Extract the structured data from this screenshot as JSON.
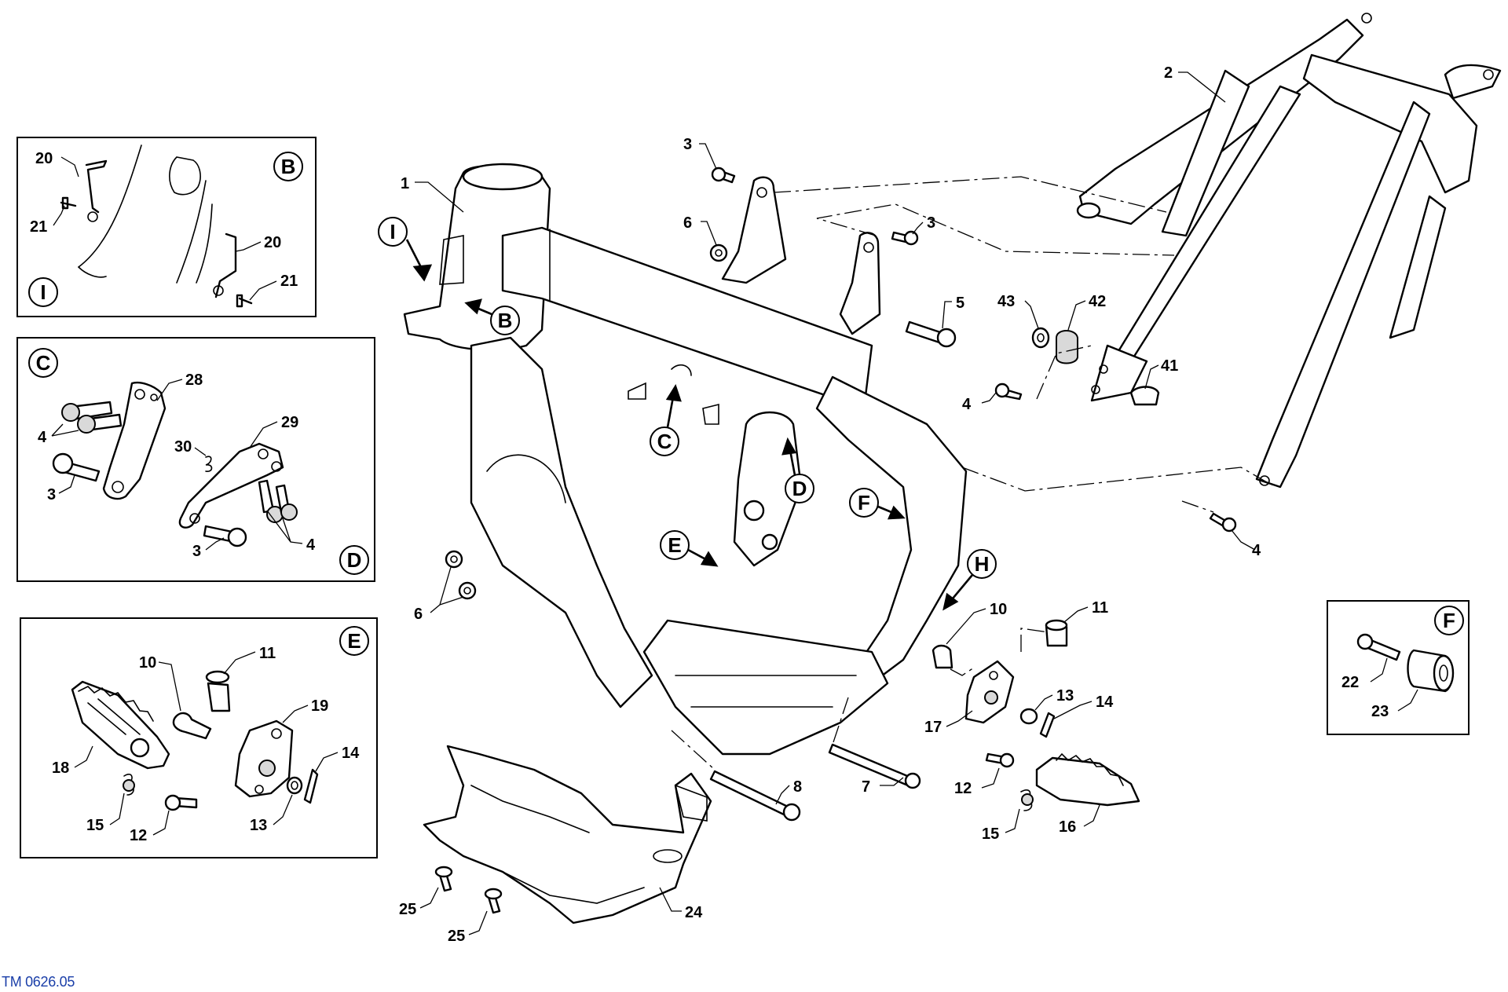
{
  "drawing_code": "TM 0626.05",
  "colors": {
    "line": "#000000",
    "code_text": "#1a3ea8",
    "background": "#ffffff"
  },
  "callouts": [
    "I",
    "B",
    "C",
    "D",
    "E",
    "F",
    "H"
  ],
  "insets": [
    {
      "id": "inset-b-i",
      "letters": [
        "B",
        "I"
      ],
      "part_numbers": [
        "20",
        "21",
        "20",
        "21"
      ]
    },
    {
      "id": "inset-c-d",
      "letters": [
        "C",
        "D"
      ],
      "part_numbers": [
        "28",
        "4",
        "3",
        "29",
        "30",
        "3",
        "4"
      ]
    },
    {
      "id": "inset-e",
      "letters": [
        "E"
      ],
      "part_numbers": [
        "10",
        "11",
        "19",
        "14",
        "18",
        "15",
        "12",
        "13"
      ]
    },
    {
      "id": "inset-f",
      "letters": [
        "F"
      ],
      "part_numbers": [
        "22",
        "23"
      ]
    }
  ],
  "main_part_numbers": [
    "1",
    "2",
    "3",
    "3",
    "4",
    "4",
    "5",
    "6",
    "6",
    "7",
    "8",
    "10",
    "11",
    "12",
    "13",
    "14",
    "15",
    "16",
    "17",
    "24",
    "25",
    "25",
    "41",
    "42",
    "43"
  ]
}
